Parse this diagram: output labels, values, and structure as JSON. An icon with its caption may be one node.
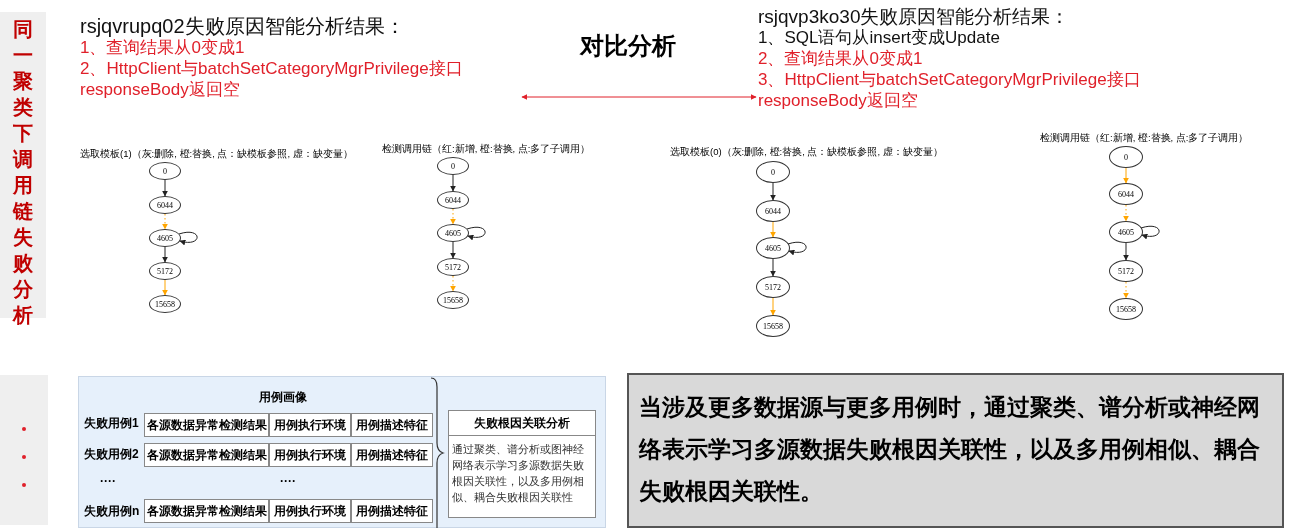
{
  "diagram": {
    "nodes": [
      {
        "text": [
          "同一聚类下调用链失败分析"
        ]
      },
      {
        "text": [
          "rsjqvrupq02失败原因智能分析结果：",
          "1、查询结果从0变成1",
          "2、HttpClient与batchSetCategoryMgrPrivilege接口 responseBody返回空"
        ]
      },
      {
        "text": [
          "rsjqvp3ko30失败原因智能分析结果：",
          "1、SQL语句从insert变成Update",
          "2、查询结果从0变成1",
          "3、HttpClient与batchSetCategoryMgrPrivilege接口 responseBody返回空"
        ]
      },
      {
        "text": [
          "0"
        ]
      },
      {
        "text": [
          "6044"
        ]
      },
      {
        "text": [
          "4605"
        ]
      },
      {
        "text": [
          "5172"
        ]
      },
      {
        "text": [
          "15658"
        ]
      },
      {
        "text": [
          "0"
        ]
      },
      {
        "text": [
          "6044"
        ]
      },
      {
        "text": [
          "4605"
        ]
      },
      {
        "text": [
          "5172"
        ]
      },
      {
        "text": [
          "15658"
        ]
      },
      {
        "text": [
          "0"
        ]
      },
      {
        "text": [
          "6044"
        ]
      },
      {
        "text": [
          "4605"
        ]
      },
      {
        "text": [
          "5172"
        ]
      },
      {
        "text": [
          "15658"
        ]
      },
      {
        "text": [
          "0"
        ]
      },
      {
        "text": [
          "6044"
        ]
      },
      {
        "text": [
          "4605"
        ]
      },
      {
        "text": [
          "5172"
        ]
      },
      {
        "text": [
          "15658"
        ]
      },
      {
        "text": [],
        "shape": "band"
      },
      {
        "text": [
          "用例画像"
        ]
      },
      {
        "text": [
          "各源数据异常检测结果"
        ],
        "in": 24
      },
      {
        "text": [
          "用例执行环境"
        ],
        "in": 24
      },
      {
        "text": [
          "用例描述特征"
        ],
        "in": 24
      },
      {
        "text": [
          "各源数据异常检测结果"
        ],
        "in": 24
      },
      {
        "text": [
          "用例执行环境"
        ],
        "in": 24
      },
      {
        "text": [
          "用例描述特征"
        ],
        "in": 24
      },
      {
        "text": [
          "各源数据异常检测结果"
        ],
        "in": 24
      },
      {
        "text": [
          "用例执行环境"
        ],
        "in": 24
      },
      {
        "text": [
          "用例描述特征"
        ],
        "in": 24
      },
      {
        "text": [
          "失败根因关联分析",
          "通过聚类、谱分析或图神经网络表示学习多源数据失败根因关联性，以及多用例相似、耦合失败根因关联性"
        ],
        "in": 24
      },
      {
        "text": [
          "当涉及更多数据源与更多用例时，通过聚类、谱分析或神经网络表示学习多源数据失败根因关联性，以及多用例相似、耦合失败根因关联性。"
        ]
      }
    ],
    "edges": [
      {
        "from": 1,
        "to": 2,
        "arrow": "both",
        "label": "对比分析",
        "color": "#e0202a"
      },
      {
        "from": 3,
        "to": 4,
        "arrow": "to"
      },
      {
        "from": 4,
        "to": 5,
        "arrow": "to",
        "style": "dashed",
        "color": "#ffa500"
      },
      {
        "from": 5,
        "to": 5,
        "arrow": "to"
      },
      {
        "from": 5,
        "to": 6,
        "arrow": "to"
      },
      {
        "from": 6,
        "to": 7,
        "arrow": "to",
        "color": "#ffa500"
      },
      {
        "from": 8,
        "to": 9,
        "arrow": "to"
      },
      {
        "from": 9,
        "to": 10,
        "arrow": "to",
        "style": "dashed",
        "color": "#ffa500"
      },
      {
        "from": 10,
        "to": 10,
        "arrow": "to"
      },
      {
        "from": 10,
        "to": 11,
        "arrow": "to"
      },
      {
        "from": 11,
        "to": 12,
        "arrow": "to",
        "style": "dashed",
        "color": "#ffa500"
      },
      {
        "from": 13,
        "to": 14,
        "arrow": "to"
      },
      {
        "from": 14,
        "to": 15,
        "arrow": "to",
        "color": "#ffa500"
      },
      {
        "from": 15,
        "to": 15,
        "arrow": "to"
      },
      {
        "from": 15,
        "to": 16,
        "arrow": "to"
      },
      {
        "from": 16,
        "to": 17,
        "arrow": "to",
        "color": "#ffa500"
      },
      {
        "from": 18,
        "to": 19,
        "arrow": "to",
        "color": "#ffa500"
      },
      {
        "from": 19,
        "to": 20,
        "arrow": "to",
        "style": "dashed",
        "color": "#ffa500"
      },
      {
        "from": 20,
        "to": 20,
        "arrow": "to"
      },
      {
        "from": 20,
        "to": 21,
        "arrow": "to"
      },
      {
        "from": 21,
        "to": 22,
        "arrow": "to",
        "style": "dashed",
        "color": "#ffa500"
      }
    ],
    "labels": [
      "选取模板(1)（灰:删除, 橙:替换, 点：缺模板参照, 虚：缺变量）",
      "检测调用链（红:新增, 橙:替换, 点:多了子调用）",
      "选取模板(0)（灰:删除, 橙:替换, 点：缺模板参照, 虚：缺变量）",
      "检测调用链（红:新增, 橙:替换, 点:多了子调用）",
      "失败用例1",
      "失败用例2",
      "····",
      "····",
      "失败用例n"
    ]
  }
}
